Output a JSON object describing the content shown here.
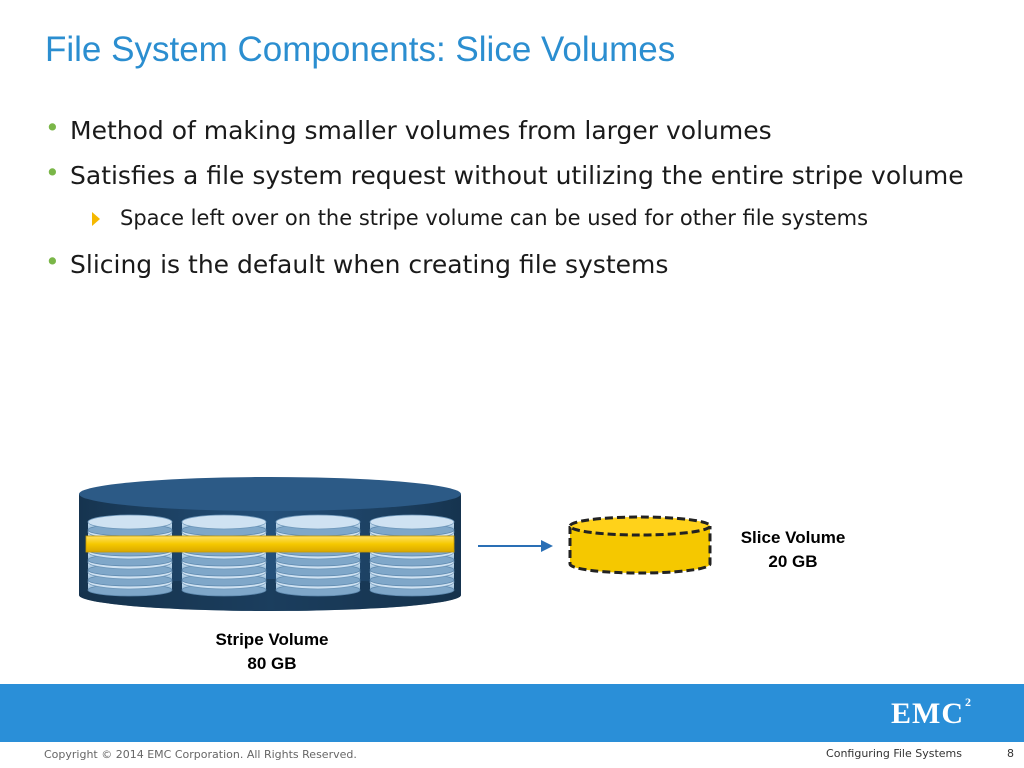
{
  "slide": {
    "title": "File System Components: Slice Volumes",
    "bullets": [
      "Method of making smaller volumes from larger volumes",
      "Satisfies a file system request without utilizing the entire stripe volume",
      "Slicing is the default when creating file systems"
    ],
    "sub_bullet": "Space left over on the stripe volume can be used for other file systems"
  },
  "diagram": {
    "stripe_volume": {
      "name": "Stripe Volume",
      "size": "80 GB"
    },
    "slice_volume": {
      "name": "Slice Volume",
      "size": "20 GB"
    },
    "colors": {
      "stripe_body": "#1c3f5e",
      "disk": "#a9c9e3",
      "stripe_band": "#f5c800",
      "slice_fill": "#f5c800",
      "arrow": "#2a6fb5"
    }
  },
  "footer": {
    "copyright": "Copyright © 2014 EMC Corporation. All Rights Reserved.",
    "course": "Configuring File Systems",
    "page": "8",
    "logo_text": "EMC",
    "logo_sup": "2",
    "band_color": "#2a8fd8"
  }
}
